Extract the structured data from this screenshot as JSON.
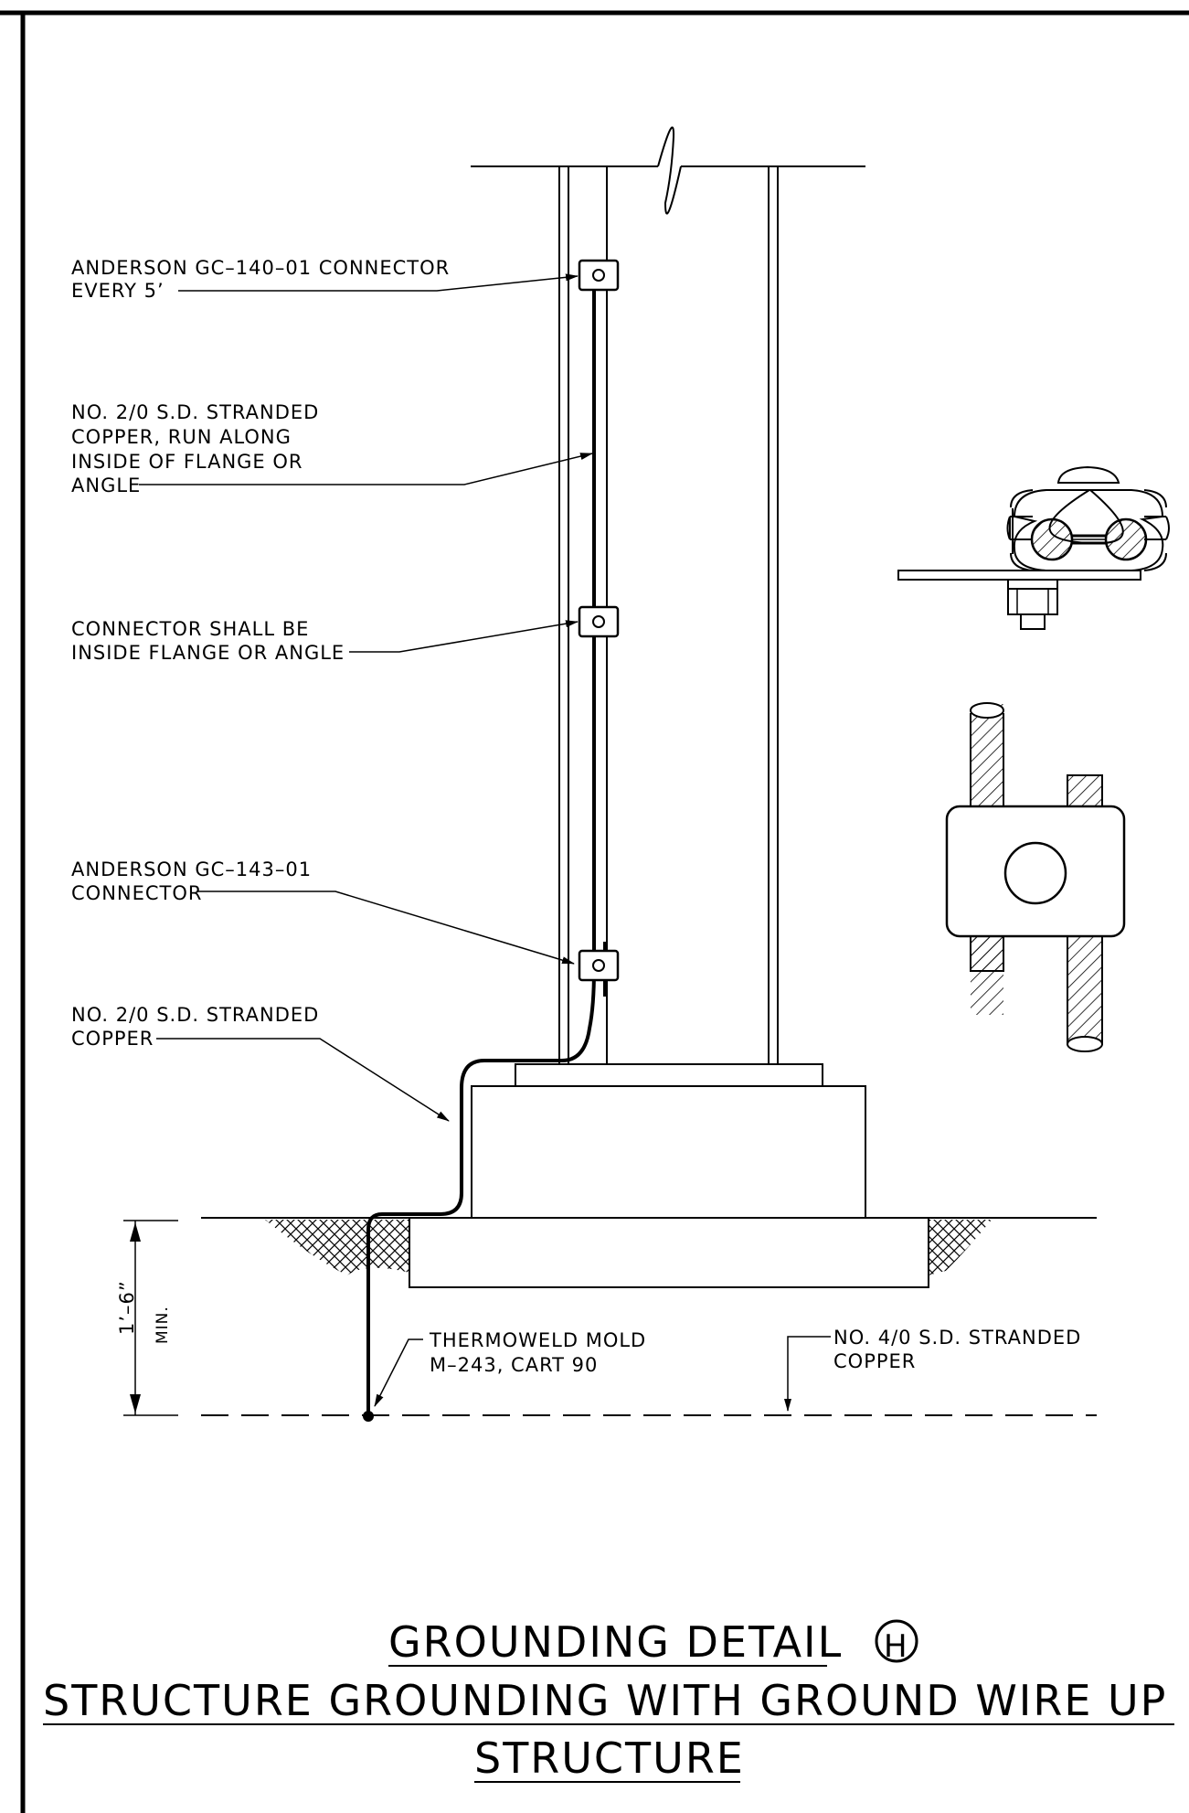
{
  "notes": {
    "connector_140": [
      "ANDERSON GC–140–01 CONNECTOR",
      "EVERY 5’"
    ],
    "copper_run": [
      "NO. 2/0 S.D. STRANDED",
      "COPPER, RUN ALONG",
      "INSIDE OF FLANGE OR",
      "ANGLE"
    ],
    "connector_inside": [
      "CONNECTOR SHALL BE",
      "INSIDE FLANGE OR ANGLE"
    ],
    "connector_143": [
      "ANDERSON GC–143–01",
      "CONNECTOR"
    ],
    "copper_lower": [
      "NO. 2/0 S.D. STRANDED",
      "COPPER"
    ],
    "thermoweld": [
      "THERMOWELD MOLD",
      "M–243, CART 90"
    ],
    "ground_wire": [
      "NO. 4/0 S.D. STRANDED",
      "COPPER"
    ]
  },
  "dimension": {
    "value": "1’–6”",
    "qualifier": "MIN."
  },
  "title": {
    "line1": "GROUNDING DETAIL",
    "detail_mark": "H",
    "line2": "STRUCTURE GROUNDING WITH GROUND WIRE UP",
    "line3": "STRUCTURE"
  }
}
